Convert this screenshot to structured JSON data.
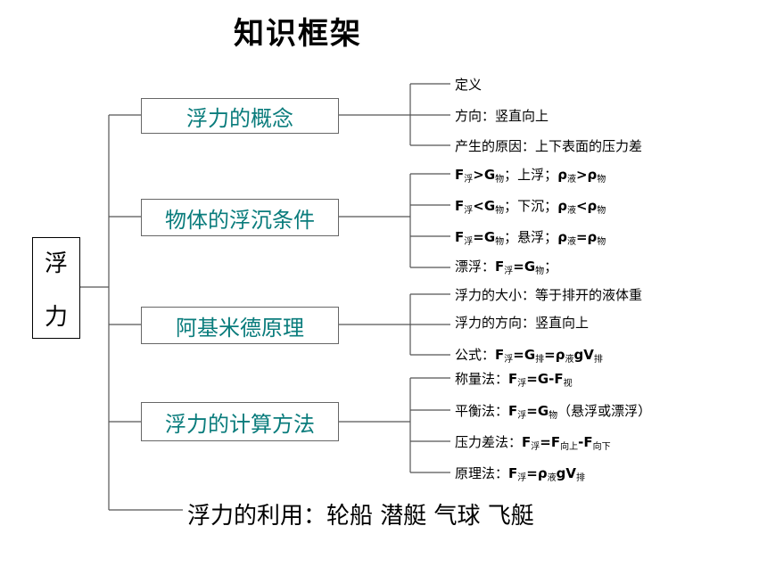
{
  "title": "知识框架",
  "root": {
    "char1": "浮",
    "char2": "力"
  },
  "branches": [
    {
      "label": "浮力的概念",
      "leaves": [
        "定义",
        "方向：竖直向上",
        "产生的原因：上下表面的压力差"
      ]
    },
    {
      "label": "物体的浮沉条件",
      "leaves": [
        {
          "rel": ">",
          "state": "上浮",
          "rel2": ">"
        },
        {
          "rel": "<",
          "state": "下沉",
          "rel2": "<"
        },
        {
          "rel": "=",
          "state": "悬浮",
          "rel2": "="
        },
        {
          "text": "漂浮："
        }
      ]
    },
    {
      "label": "阿基米德原理",
      "leaves": [
        "浮力的大小：等于排开的液体重",
        "浮力的方向：竖直向上",
        "公式："
      ]
    },
    {
      "label": "浮力的计算方法",
      "leaves": [
        "称量法：",
        "平衡法：",
        "（悬浮或漂浮）",
        "压力差法：",
        "原理法："
      ]
    }
  ],
  "symbols": {
    "F": "F",
    "G": "G",
    "rho": "ρ",
    "g": "g",
    "V": "V",
    "minus": "-",
    "eq": "=",
    "sub_fu": "浮",
    "sub_wu": "物",
    "sub_ye": "液",
    "sub_pai": "排",
    "sub_shi": "视",
    "sub_up": "向上",
    "sub_down": "向下",
    "semi": "；"
  },
  "utilization": "浮力的利用：轮船 潜艇 气球 飞艇"
}
